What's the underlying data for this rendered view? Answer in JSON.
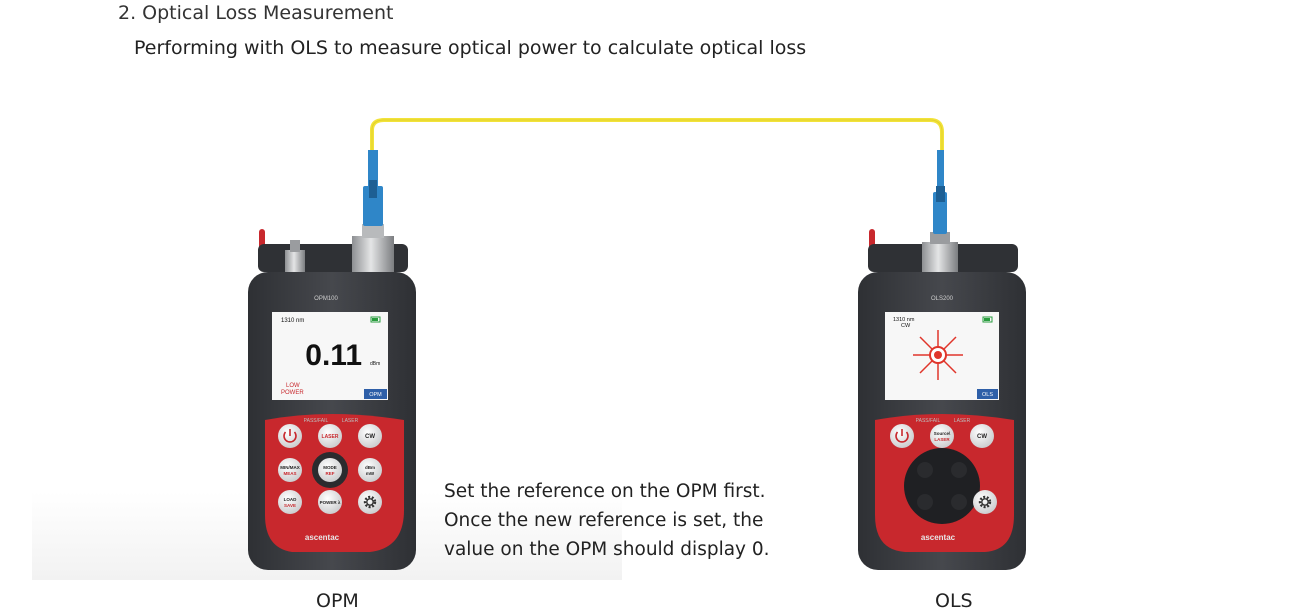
{
  "heading": "2. Optical Loss Measurement",
  "subheading": "Performing with OLS to measure optical power to calculate optical loss",
  "note_lines": [
    "Set the reference on the OPM first.",
    "Once the new reference is set, the",
    "value on the OPM should display 0."
  ],
  "captions": {
    "opm": "OPM",
    "ols": "OLS"
  },
  "colors": {
    "fiber": "#f2e33a",
    "connector": "#2f86c8",
    "device_body": "#3a3c40",
    "accent_red": "#c8282d"
  },
  "opm": {
    "model": "OPM100",
    "wavelength": "1310 nm",
    "reading": "0.11",
    "unit": "dBm",
    "status_line1": "LOW",
    "status_line2": "POWER",
    "mode_tag": "OPM",
    "labels": {
      "pass_fail": "PASS/FAIL",
      "laser": "LASER"
    },
    "buttons": {
      "laser": "LASER",
      "cw": "CW",
      "minmax_top": "MIN/MAX",
      "minmax_bottom": "MEAS",
      "mode_top": "MODE",
      "mode_bottom": "REF",
      "dbm_top": "dBm",
      "dbm_bottom": "mW",
      "load_top": "LOAD",
      "load_bottom": "SAVE",
      "power_lambda": "POWER λ"
    },
    "brand": "ascentac"
  },
  "ols": {
    "model": "OLS200",
    "wavelength": "1310 nm",
    "mode_line": "CW",
    "mode_tag": "OLS",
    "labels": {
      "pass_fail": "PASS/FAIL",
      "laser": "LASER"
    },
    "buttons": {
      "source_top": "Source\\",
      "source_bottom": "LASER",
      "cw": "CW"
    },
    "brand": "ascentac"
  }
}
